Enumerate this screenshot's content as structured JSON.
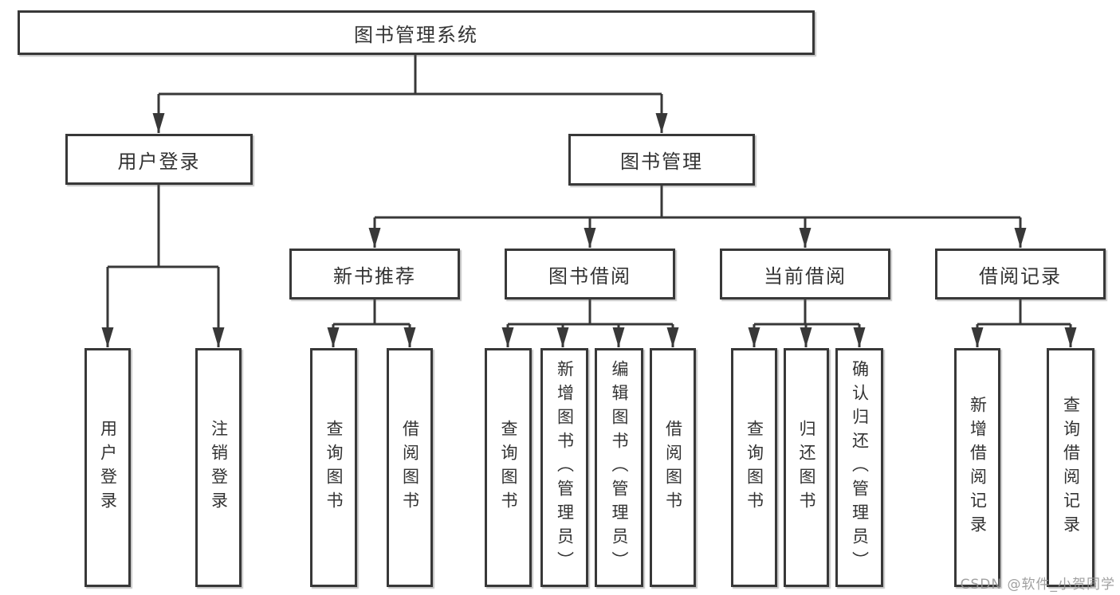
{
  "diagram_type": "hierarchy-tree",
  "colors": {
    "line": "#383838",
    "box_border": "#383838",
    "box_fill": "#ffffff",
    "text": "#333333",
    "watermark": "#969696"
  },
  "nodes": {
    "root": "图书管理系统",
    "user_login": "用户登录",
    "book_management": "图书管理",
    "new_book_recommend": "新书推荐",
    "book_borrowing": "图书借阅",
    "current_borrowing": "当前借阅",
    "borrowing_records": "借阅记录",
    "leaf_user_login": "用户登录",
    "leaf_logout": "注销登录",
    "leaf_rec_query_books": "查询图书",
    "leaf_rec_borrow_books": "借阅图书",
    "leaf_bb_query_books": "查询图书",
    "leaf_bb_add_books": "新增图书（管理员）",
    "leaf_bb_edit_books": "编辑图书（管理员）",
    "leaf_bb_borrow_books": "借阅图书",
    "leaf_cb_query_books": "查询图书",
    "leaf_cb_return_books": "归还图书",
    "leaf_cb_confirm_return": "确认归还（管理员）",
    "leaf_br_add_record": "新增借阅记录",
    "leaf_br_query_record": "查询借阅记录"
  },
  "watermark": "CSDN @软件_小贺同学"
}
